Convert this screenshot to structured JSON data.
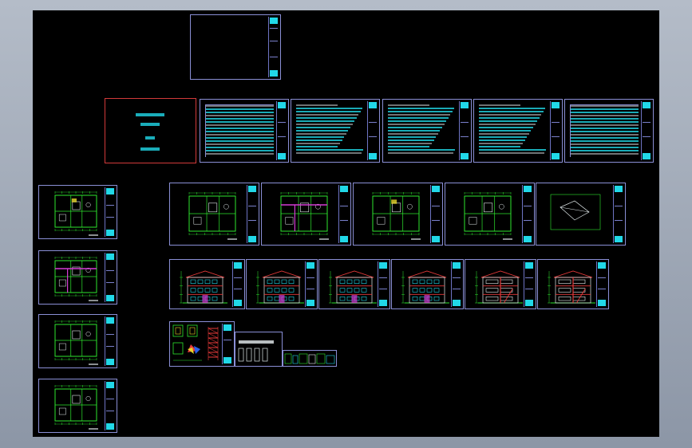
{
  "window": {
    "background_gradient": [
      "#b4bcc8",
      "#8c96a6"
    ],
    "canvas_color": "#000000"
  },
  "colors": {
    "sheet_border": "#8a8fd6",
    "cover_border": "#d23a3a",
    "cad_cyan": "#21d8e8",
    "cad_green": "#2ee62e",
    "cad_magenta": "#d43ad4",
    "cad_red": "#e83a3a",
    "cad_yellow": "#e8d82a",
    "cad_white": "#e6eef0"
  },
  "drawing": {
    "blank_sheet": {
      "kind": "blank"
    },
    "cover_sheet": {
      "kind": "cover",
      "lines": [
        "",
        "",
        "",
        ""
      ]
    },
    "index_sheets": [
      {
        "kind": "schedule"
      },
      {
        "kind": "notes"
      },
      {
        "kind": "notes"
      },
      {
        "kind": "notes"
      },
      {
        "kind": "schedule"
      }
    ],
    "left_plan_sheets": [
      {
        "kind": "floor-plan"
      },
      {
        "kind": "floor-plan"
      },
      {
        "kind": "floor-plan"
      },
      {
        "kind": "floor-plan"
      }
    ],
    "plan_row": [
      {
        "kind": "floor-plan"
      },
      {
        "kind": "floor-plan"
      },
      {
        "kind": "floor-plan"
      },
      {
        "kind": "floor-plan"
      },
      {
        "kind": "roof-plan"
      }
    ],
    "elevation_row": [
      {
        "kind": "elevation"
      },
      {
        "kind": "elevation"
      },
      {
        "kind": "elevation"
      },
      {
        "kind": "elevation"
      },
      {
        "kind": "section"
      },
      {
        "kind": "section"
      }
    ],
    "detail_sheets": [
      {
        "kind": "stair-detail"
      },
      {
        "kind": "window-detail"
      }
    ]
  }
}
